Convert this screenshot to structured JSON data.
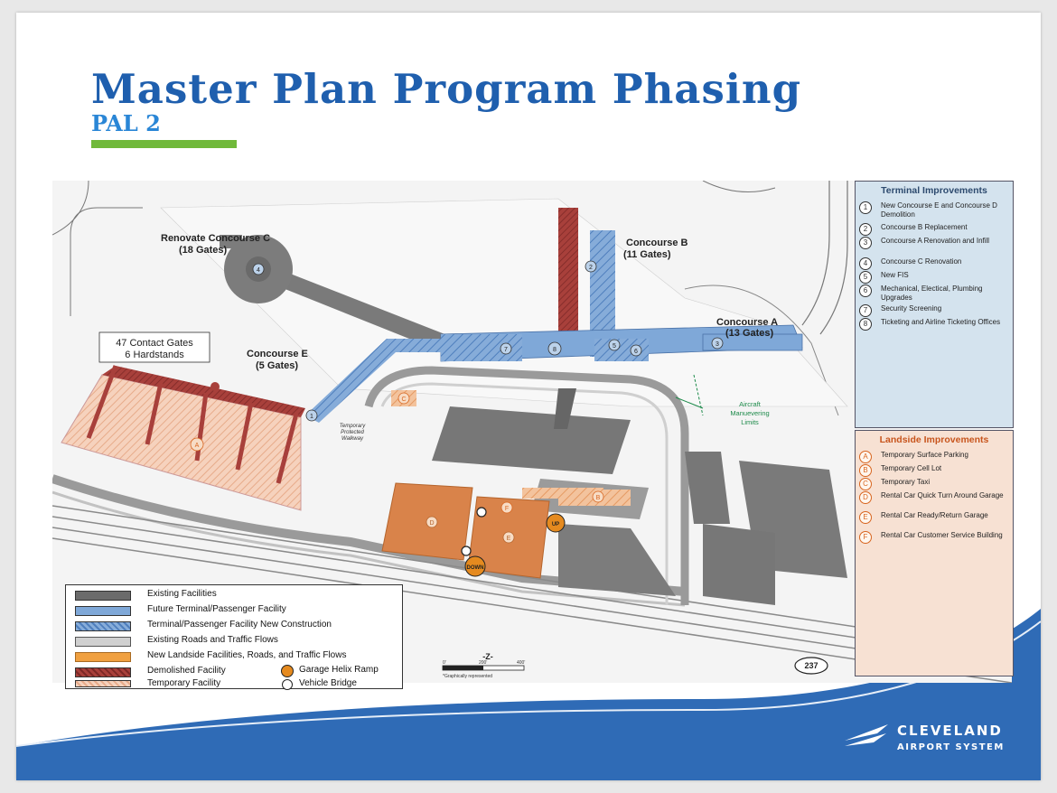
{
  "slide": {
    "title": "Master Plan Program Phasing",
    "subtitle": "PAL 2"
  },
  "map": {
    "labels": {
      "renovate_concourse_c": "Renovate Concourse C",
      "concourse_c_gates": "(18 Gates)",
      "concourse_b": "Concourse B",
      "concourse_b_gates": "(11 Gates)",
      "concourse_a": "Concourse A",
      "concourse_a_gates": "(13 Gates)",
      "concourse_e": "Concourse E",
      "concourse_e_gates": "(5 Gates)",
      "contact_gates": "47 Contact Gates",
      "hardstands": "6 Hardstands",
      "temp_walkway_1": "Temporary",
      "temp_walkway_2": "Protected",
      "temp_walkway_3": "Walkway",
      "aircraft_limits_1": "Aircraft",
      "aircraft_limits_2": "Manuevering",
      "aircraft_limits_3": "Limits",
      "up": "UP",
      "down": "DOWN",
      "route": "237",
      "north": "-Z-",
      "scale_0": "0'",
      "scale_200": "200'",
      "scale_400": "400'",
      "scale_note": "*Graphically represented"
    },
    "markers": {
      "terminal": [
        "1",
        "2",
        "3",
        "4",
        "5",
        "6",
        "7",
        "8"
      ],
      "landside": [
        "A",
        "B",
        "C",
        "D",
        "E",
        "F"
      ]
    }
  },
  "terminal_improvements": {
    "heading": "Terminal Improvements",
    "items": [
      {
        "num": "1",
        "text": "New Concourse E and Concourse D Demolition"
      },
      {
        "num": "2",
        "text": "Concourse B Replacement"
      },
      {
        "num": "3",
        "text": "Concourse A Renovation and Infill"
      },
      {
        "num": "4",
        "text": "Concourse C Renovation"
      },
      {
        "num": "5",
        "text": "New FIS"
      },
      {
        "num": "6",
        "text": "Mechanical, Electical, Plumbing Upgrades"
      },
      {
        "num": "7",
        "text": "Security Screening"
      },
      {
        "num": "8",
        "text": "Ticketing and Airline Ticketing Offices"
      }
    ]
  },
  "landside_improvements": {
    "heading": "Landside Improvements",
    "items": [
      {
        "num": "A",
        "text": "Temporary Surface Parking"
      },
      {
        "num": "B",
        "text": "Temporary Cell Lot"
      },
      {
        "num": "C",
        "text": "Temporary Taxi"
      },
      {
        "num": "D",
        "text": "Rental Car Quick Turn Around Garage"
      },
      {
        "num": "E",
        "text": "Rental Car Ready/Return Garage"
      },
      {
        "num": "F",
        "text": "Rental Car Customer Service Building"
      }
    ]
  },
  "legend": {
    "items": [
      {
        "label": "Existing Facilities",
        "swatch": "#6b6b6b"
      },
      {
        "label": "Future Terminal/Passenger Facility",
        "swatch": "#7fa8d8"
      },
      {
        "label": "Terminal/Passenger Facility New Construction",
        "swatch": "#5b8cc7"
      },
      {
        "label": "Existing Roads and Traffic Flows",
        "swatch": "#8a8a8a"
      },
      {
        "label": "New Landside Facilities, Roads, and Traffic Flows",
        "swatch": "#f0a040"
      },
      {
        "label": "Demolished Facility",
        "swatch": "#b0413e"
      },
      {
        "label": "Temporary Facility",
        "swatch": "#f2c9b0"
      },
      {
        "label": "Garage Helix Ramp",
        "swatch": "#e58a1f"
      },
      {
        "label": "Vehicle Bridge",
        "swatch": "#333333"
      }
    ]
  },
  "branding": {
    "logo_top": "CLEVELAND",
    "logo_bottom": "AIRPORT SYSTEM"
  },
  "colors": {
    "title": "#1f5fae",
    "subtitle": "#2a86d6",
    "accent_green": "#70b93a",
    "wave_blue": "#2f6bb6",
    "existing": "#6b6b6b",
    "future": "#7fa8d8",
    "demolished": "#b0413e",
    "temporary": "#f2c9b0",
    "landside": "#d9834a"
  }
}
